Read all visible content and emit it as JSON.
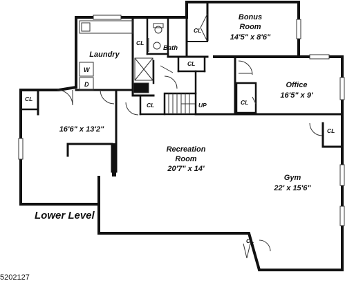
{
  "plan": {
    "title": "Lower Level",
    "listing_id_fragment": "5202127",
    "rooms": {
      "bonus": {
        "name_line1": "Bonus",
        "name_line2": "Room",
        "size": "14'5\" x 8'6\""
      },
      "laundry": {
        "name": "Laundry"
      },
      "bath": {
        "name": "Bath"
      },
      "office": {
        "name": "Office",
        "size": "16'5\" x 9'"
      },
      "bedroom": {
        "size": "16'6\" x 13'2\""
      },
      "recreation": {
        "name_line1": "Recreation",
        "name_line2": "Room",
        "size": "20'7\" x 14'"
      },
      "gym": {
        "name": "Gym",
        "size": "22' x 15'6\""
      }
    },
    "closet_label": "CL",
    "washer_label": "W",
    "dryer_label": "D",
    "stairs_label": "UP"
  }
}
